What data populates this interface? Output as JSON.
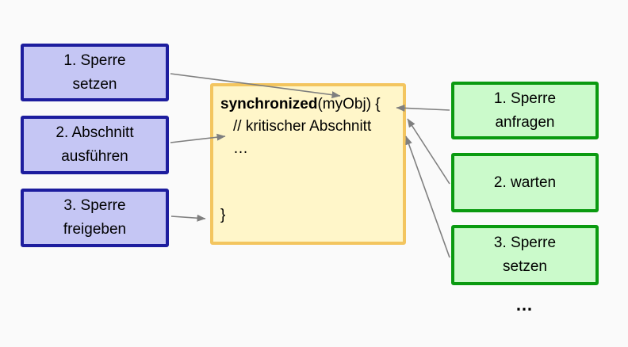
{
  "slide": {
    "topic": "synchronized block diagram"
  },
  "left_steps": [
    {
      "text": "1. Sperre\nsetzen"
    },
    {
      "text": "2. Abschnitt\nausführen"
    },
    {
      "text": "3. Sperre\nfreigeben"
    }
  ],
  "code": {
    "keyword": "synchronized",
    "signature_rest": "(myObj) {",
    "comment": "// kritischer Abschnitt",
    "ellipsis": "…",
    "closing_brace": "}"
  },
  "right_steps": [
    {
      "text": "1. Sperre\nanfragen"
    },
    {
      "text": "2. warten"
    },
    {
      "text": "3. Sperre\nsetzen"
    }
  ],
  "more_ellipsis": "…",
  "colors": {
    "background": "#fafafa",
    "left_box_fill": "#c5c6f4",
    "left_box_border": "#1d1d9e",
    "right_box_fill": "#cbfacb",
    "right_box_border": "#0a9a10",
    "code_box_fill": "#fff6c9",
    "code_box_border": "#f3c55f",
    "arrow": "#7f7f7f",
    "text": "#000000"
  }
}
